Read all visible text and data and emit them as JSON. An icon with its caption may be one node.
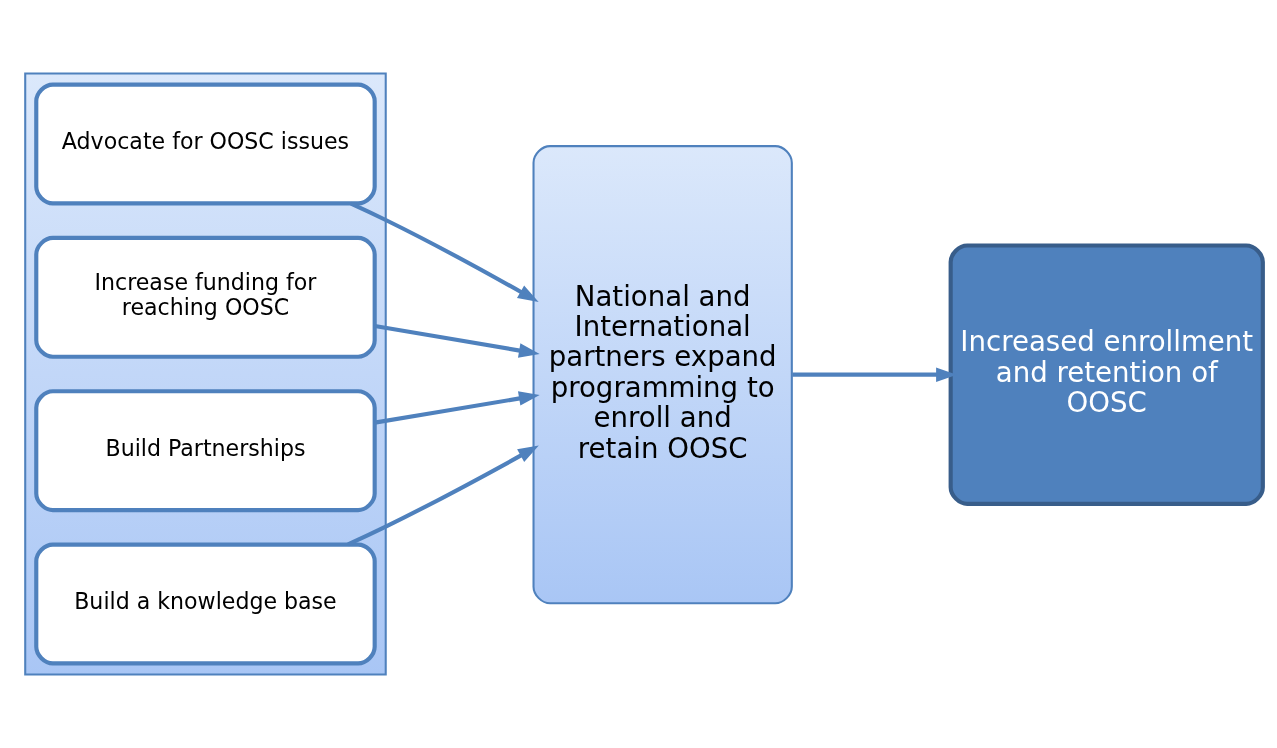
{
  "diagram": {
    "nodes": [
      {
        "text": [],
        "shape": "box"
      },
      {
        "text": [
          "Advocate for OOSC issues"
        ],
        "in": 0
      },
      {
        "text": [
          "Increase funding for reaching OOSC"
        ],
        "in": 0
      },
      {
        "text": [
          "Build Partnerships"
        ],
        "in": 0
      },
      {
        "text": [
          "Build a knowledge base"
        ],
        "in": 0
      },
      {
        "text": [
          "National and International partners expand programming to enroll and retain OOSC"
        ]
      },
      {
        "text": [
          "Increased enrollment and retention of OOSC"
        ]
      }
    ],
    "edges": [
      {
        "from": 1,
        "to": 5,
        "arrow": "to"
      },
      {
        "from": 2,
        "to": 5,
        "arrow": "to"
      },
      {
        "from": 3,
        "to": 5,
        "arrow": "to"
      },
      {
        "from": 4,
        "to": 5,
        "arrow": "to"
      },
      {
        "from": 5,
        "to": 6,
        "arrow": "to"
      }
    ]
  }
}
